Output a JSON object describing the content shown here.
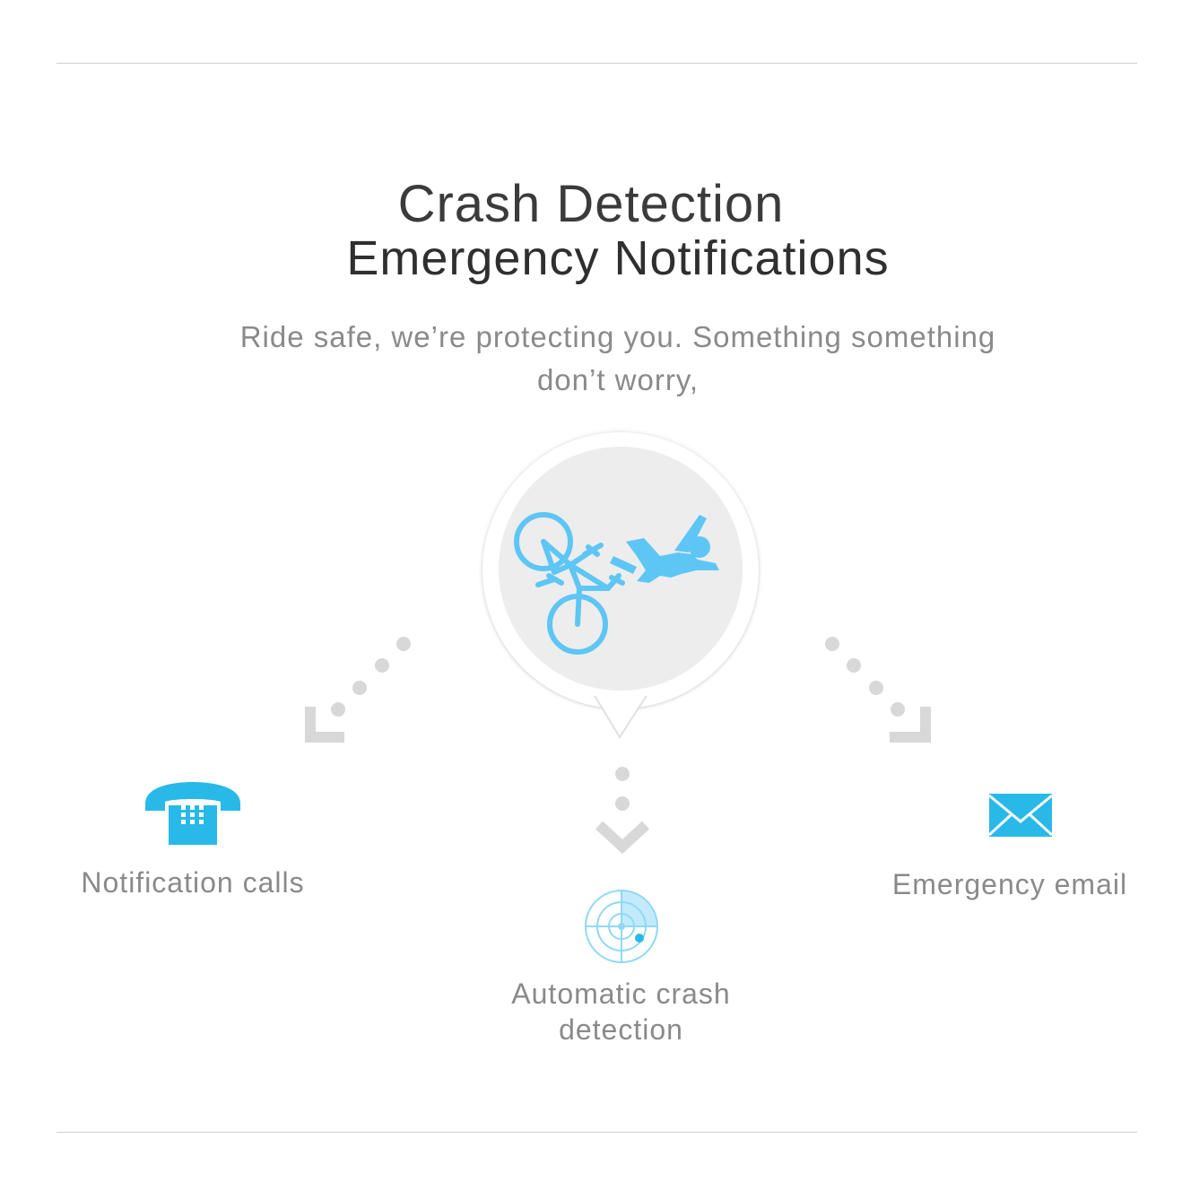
{
  "header": {
    "title_line1": "Crash Detection",
    "title_line2": "Emergency Notifications",
    "subtitle_line1": "Ride safe, we’re protecting you. Something something",
    "subtitle_line2": "don’t worry,"
  },
  "features": {
    "calls_label": "Notification calls",
    "email_label": "Emergency email",
    "detection_line1": "Automatic crash",
    "detection_line2": "detection"
  },
  "icons": {
    "center": "bike-crash-icon",
    "left": "telephone-icon",
    "right": "envelope-icon",
    "bottom": "radar-icon"
  },
  "colors": {
    "accent": "#29b9e8",
    "illustration": "#5ec6f5",
    "arrow": "#d8d8d8",
    "text": "#8a8a8a"
  }
}
